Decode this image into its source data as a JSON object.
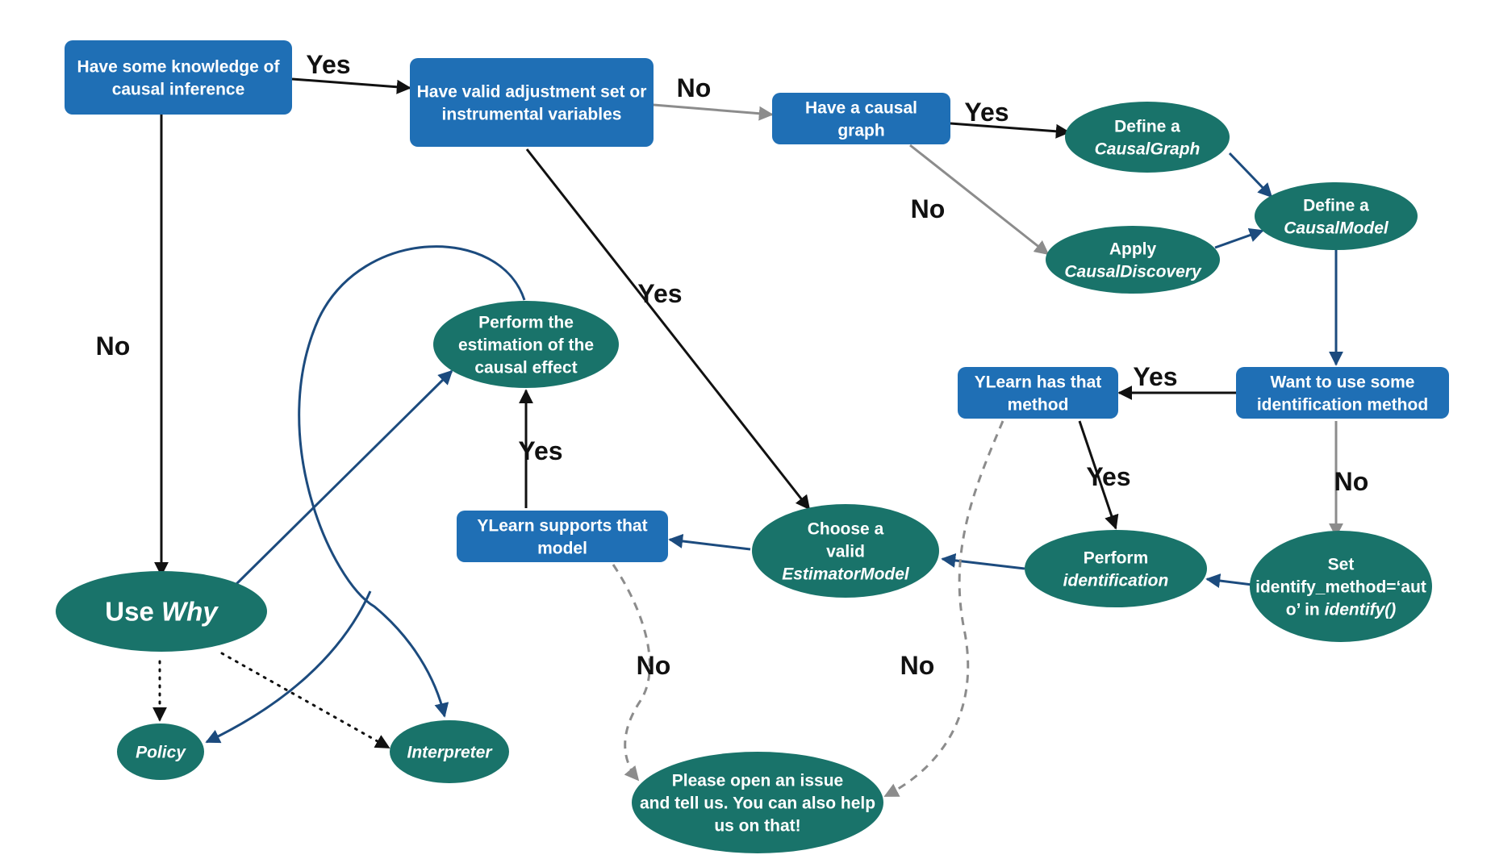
{
  "colors": {
    "rect_fill": "#1f6fb5",
    "ellipse_fill": "#19736a",
    "edge_black": "#111111",
    "edge_gray": "#8c8c8c",
    "edge_navy": "#1c4b7e",
    "background": "#ffffff"
  },
  "nodes": {
    "have_knowledge": {
      "lines": [
        "Have some knowledge of",
        "causal inference"
      ]
    },
    "valid_adjustment": {
      "lines": [
        "Have valid adjustment set or",
        "instrumental variables"
      ]
    },
    "causal_graph": {
      "lines": [
        "Have a causal",
        "graph"
      ]
    },
    "define_graph": {
      "lines": [
        "Define a",
        "CausalGraph"
      ]
    },
    "apply_discovery": {
      "lines": [
        "Apply",
        "CausalDiscovery"
      ]
    },
    "define_model": {
      "lines": [
        "Define a",
        "CausalModel"
      ]
    },
    "want_identification": {
      "lines": [
        "Want to use some",
        "identification method"
      ]
    },
    "ylearn_method": {
      "lines": [
        "YLearn has that",
        "method"
      ]
    },
    "perform_identification": {
      "lines": [
        "Perform",
        "identification"
      ]
    },
    "set_identify": {
      "lines": [
        "Set",
        "identify_method=‘aut",
        "o’ in identify()"
      ]
    },
    "choose_estimator": {
      "lines": [
        "Choose a",
        "valid",
        "EstimatorModel"
      ]
    },
    "ylearn_supports": {
      "lines": [
        "YLearn supports that",
        "model"
      ]
    },
    "perform_estimation": {
      "lines": [
        "Perform the",
        "estimation of the",
        "causal effect"
      ]
    },
    "use_why": {
      "lines": [
        "Use Why"
      ]
    },
    "policy": {
      "lines": [
        "Policy"
      ]
    },
    "interpreter": {
      "lines": [
        "Interpreter"
      ]
    },
    "open_issue": {
      "lines": [
        "Please open an issue",
        "and tell us. You can also help",
        "us on that!"
      ]
    }
  },
  "edge_labels": [
    {
      "id": "yes-knowledge-to-adjustment",
      "text": "Yes"
    },
    {
      "id": "no-adjustment-to-graph",
      "text": "No"
    },
    {
      "id": "yes-graph-to-define",
      "text": "Yes"
    },
    {
      "id": "no-graph-to-discovery",
      "text": "No"
    },
    {
      "id": "no-knowledge-to-why",
      "text": "No"
    },
    {
      "id": "yes-adjustment-to-estimator",
      "text": "Yes"
    },
    {
      "id": "yes-want-to-method",
      "text": "Yes"
    },
    {
      "id": "no-want-to-set",
      "text": "No"
    },
    {
      "id": "yes-method-to-perform",
      "text": "Yes"
    },
    {
      "id": "yes-supports-to-estimation",
      "text": "Yes"
    },
    {
      "id": "no-supports-to-issue",
      "text": "No"
    },
    {
      "id": "no-method-to-issue",
      "text": "No"
    }
  ]
}
